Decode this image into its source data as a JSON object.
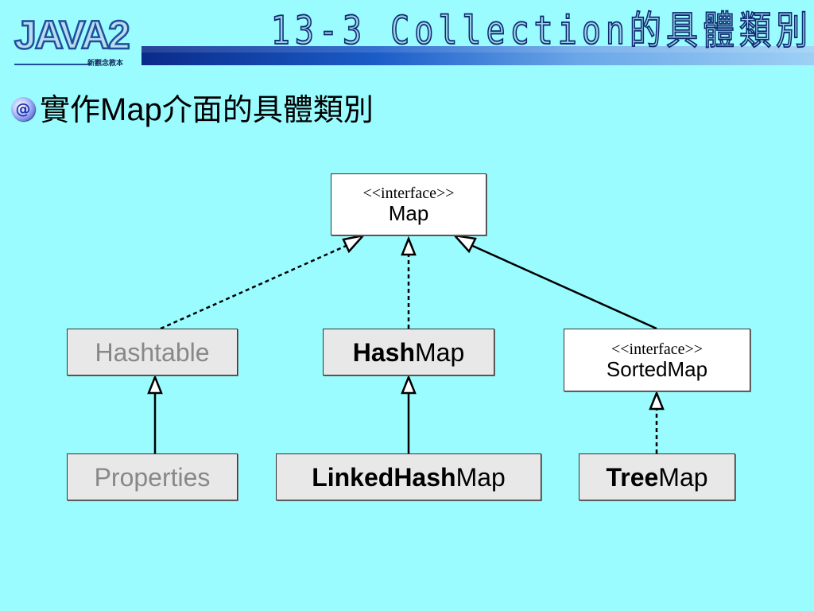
{
  "header": {
    "logo_text": "JAVA2",
    "logo_subtitle": "新觀念教本",
    "title": "13-3 Collection的具體類別"
  },
  "heading": {
    "bullet_icon": "at-sign-icon",
    "prefix": "實作",
    "latin": "Map",
    "suffix": "介面的具體類別"
  },
  "diagram": {
    "map": {
      "stereotype": "<<interface>>",
      "name": "Map"
    },
    "hashtable": {
      "name": "Hashtable"
    },
    "hashmap": {
      "bold": "Hash",
      "rest": "Map"
    },
    "sortedmap": {
      "stereotype": "<<interface>>",
      "name": "SortedMap"
    },
    "properties": {
      "name": "Properties"
    },
    "linkedhashmap": {
      "bold": "LinkedHash",
      "rest": "Map"
    },
    "treemap": {
      "bold": "Tree",
      "rest": "Map"
    }
  },
  "colors": {
    "background": "#9afcff",
    "legacy_text": "#888888",
    "box_gray": "#e8e8e8"
  }
}
